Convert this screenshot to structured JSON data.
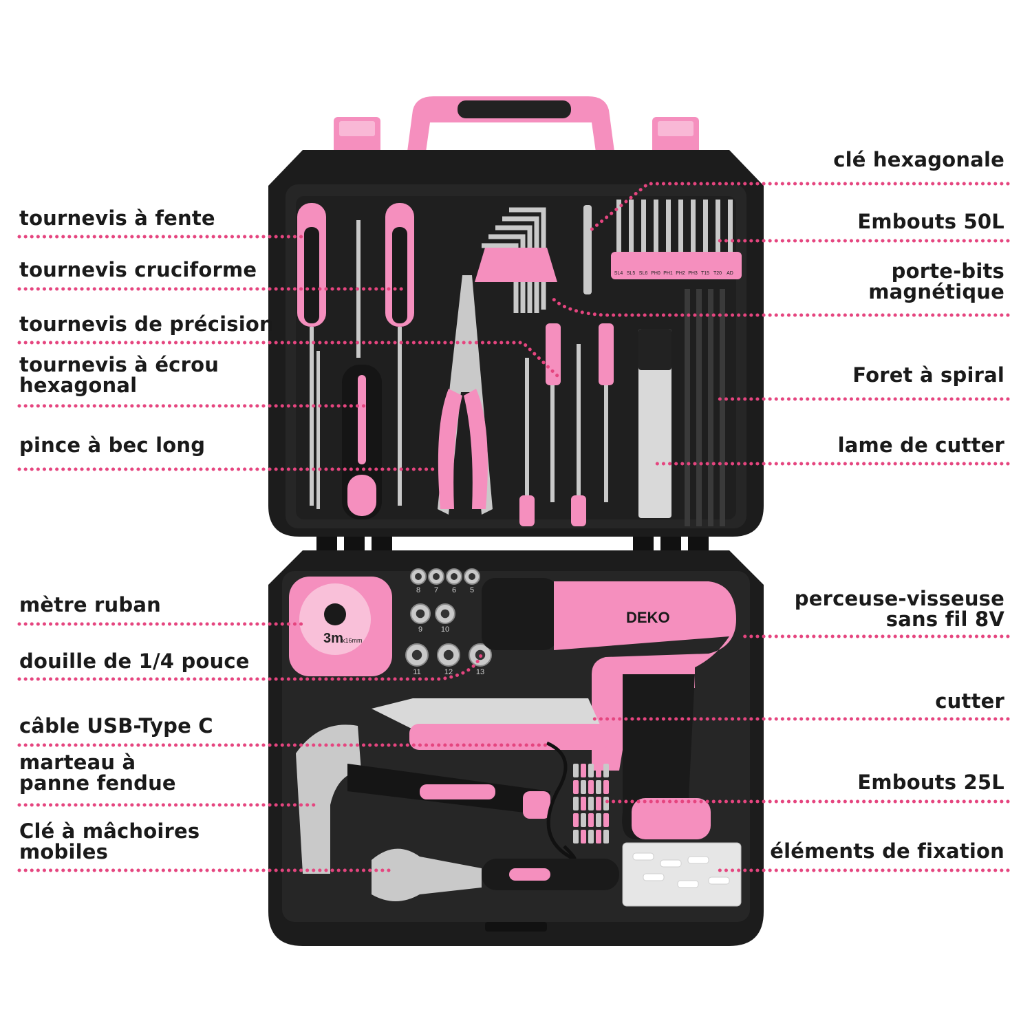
{
  "colors": {
    "pink": "#f58fbe",
    "pink_dark": "#e0559a",
    "case_black": "#1c1c1c",
    "tray_black": "#262626",
    "dots": "#e5457f",
    "metal": "#c9c9c9"
  },
  "brand": "DEKO",
  "tape_measure_text": "3m",
  "tape_measure_subtext": "x16mm",
  "bit_labels": [
    "SL4",
    "SL5",
    "SL6",
    "PH0",
    "PH1",
    "PH2",
    "PH3",
    "T15",
    "T20",
    "AD"
  ],
  "socket_sizes_row1": [
    "8",
    "7",
    "6",
    "5"
  ],
  "socket_sizes_row2": [
    "9",
    "10"
  ],
  "socket_sizes_row3": [
    "11",
    "12",
    "13"
  ],
  "labels_left": [
    "tournevis à fente",
    "tournevis cruciforme",
    "tournevis de précision",
    "tournevis à écrou\nhexagonal",
    "pince à bec long",
    "mètre ruban",
    "douille de 1/4 pouce",
    "câble USB-Type C",
    "marteau à\npanne fendue",
    "Clé à mâchoires\nmobiles"
  ],
  "labels_right": [
    "clé hexagonale",
    "Embouts 50L",
    "porte-bits\nmagnétique",
    "Foret à spiral",
    "lame de cutter",
    "perceuse-visseuse\nsans fil 8V",
    "cutter",
    "Embouts 25L",
    "éléments de fixation"
  ]
}
